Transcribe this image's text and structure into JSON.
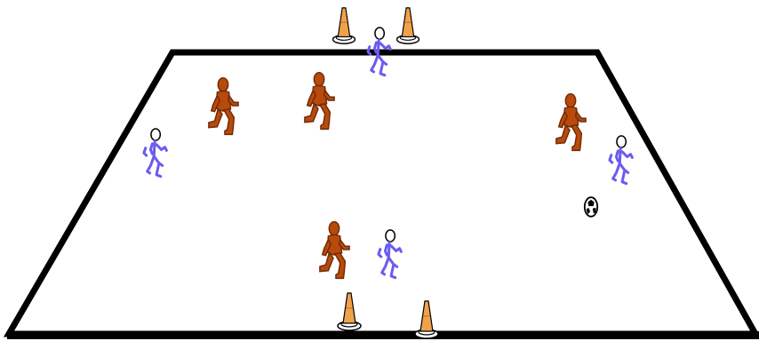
{
  "diagram": {
    "colors": {
      "background": "#ffffff",
      "field_line": "#000000",
      "team_a": "#b84a0c",
      "team_a_dark": "#6e2a05",
      "team_b": "#6a5cf0",
      "cone": "#f0a24a",
      "ball": "#000000"
    },
    "field": {
      "shape": "trapezoid",
      "label": ""
    },
    "cones": [
      {
        "id": "cone-top-left",
        "icon": "traffic-cone-icon"
      },
      {
        "id": "cone-top-right",
        "icon": "traffic-cone-icon"
      },
      {
        "id": "cone-bottom-left",
        "icon": "traffic-cone-icon"
      },
      {
        "id": "cone-bottom-right",
        "icon": "traffic-cone-icon"
      }
    ],
    "players": [
      {
        "id": "orange-player-1",
        "team": "team_a",
        "icon": "running-player-icon"
      },
      {
        "id": "orange-player-2",
        "team": "team_a",
        "icon": "running-player-icon"
      },
      {
        "id": "orange-player-3",
        "team": "team_a",
        "icon": "running-player-icon"
      },
      {
        "id": "orange-player-4",
        "team": "team_a",
        "icon": "running-player-icon"
      },
      {
        "id": "blue-player-1",
        "team": "team_b",
        "icon": "running-player-icon"
      },
      {
        "id": "blue-player-2",
        "team": "team_b",
        "icon": "running-player-icon"
      },
      {
        "id": "blue-player-3",
        "team": "team_b",
        "icon": "running-player-icon"
      },
      {
        "id": "blue-player-4",
        "team": "team_b",
        "icon": "running-player-icon"
      }
    ],
    "ball": {
      "icon": "soccer-ball-icon"
    }
  }
}
